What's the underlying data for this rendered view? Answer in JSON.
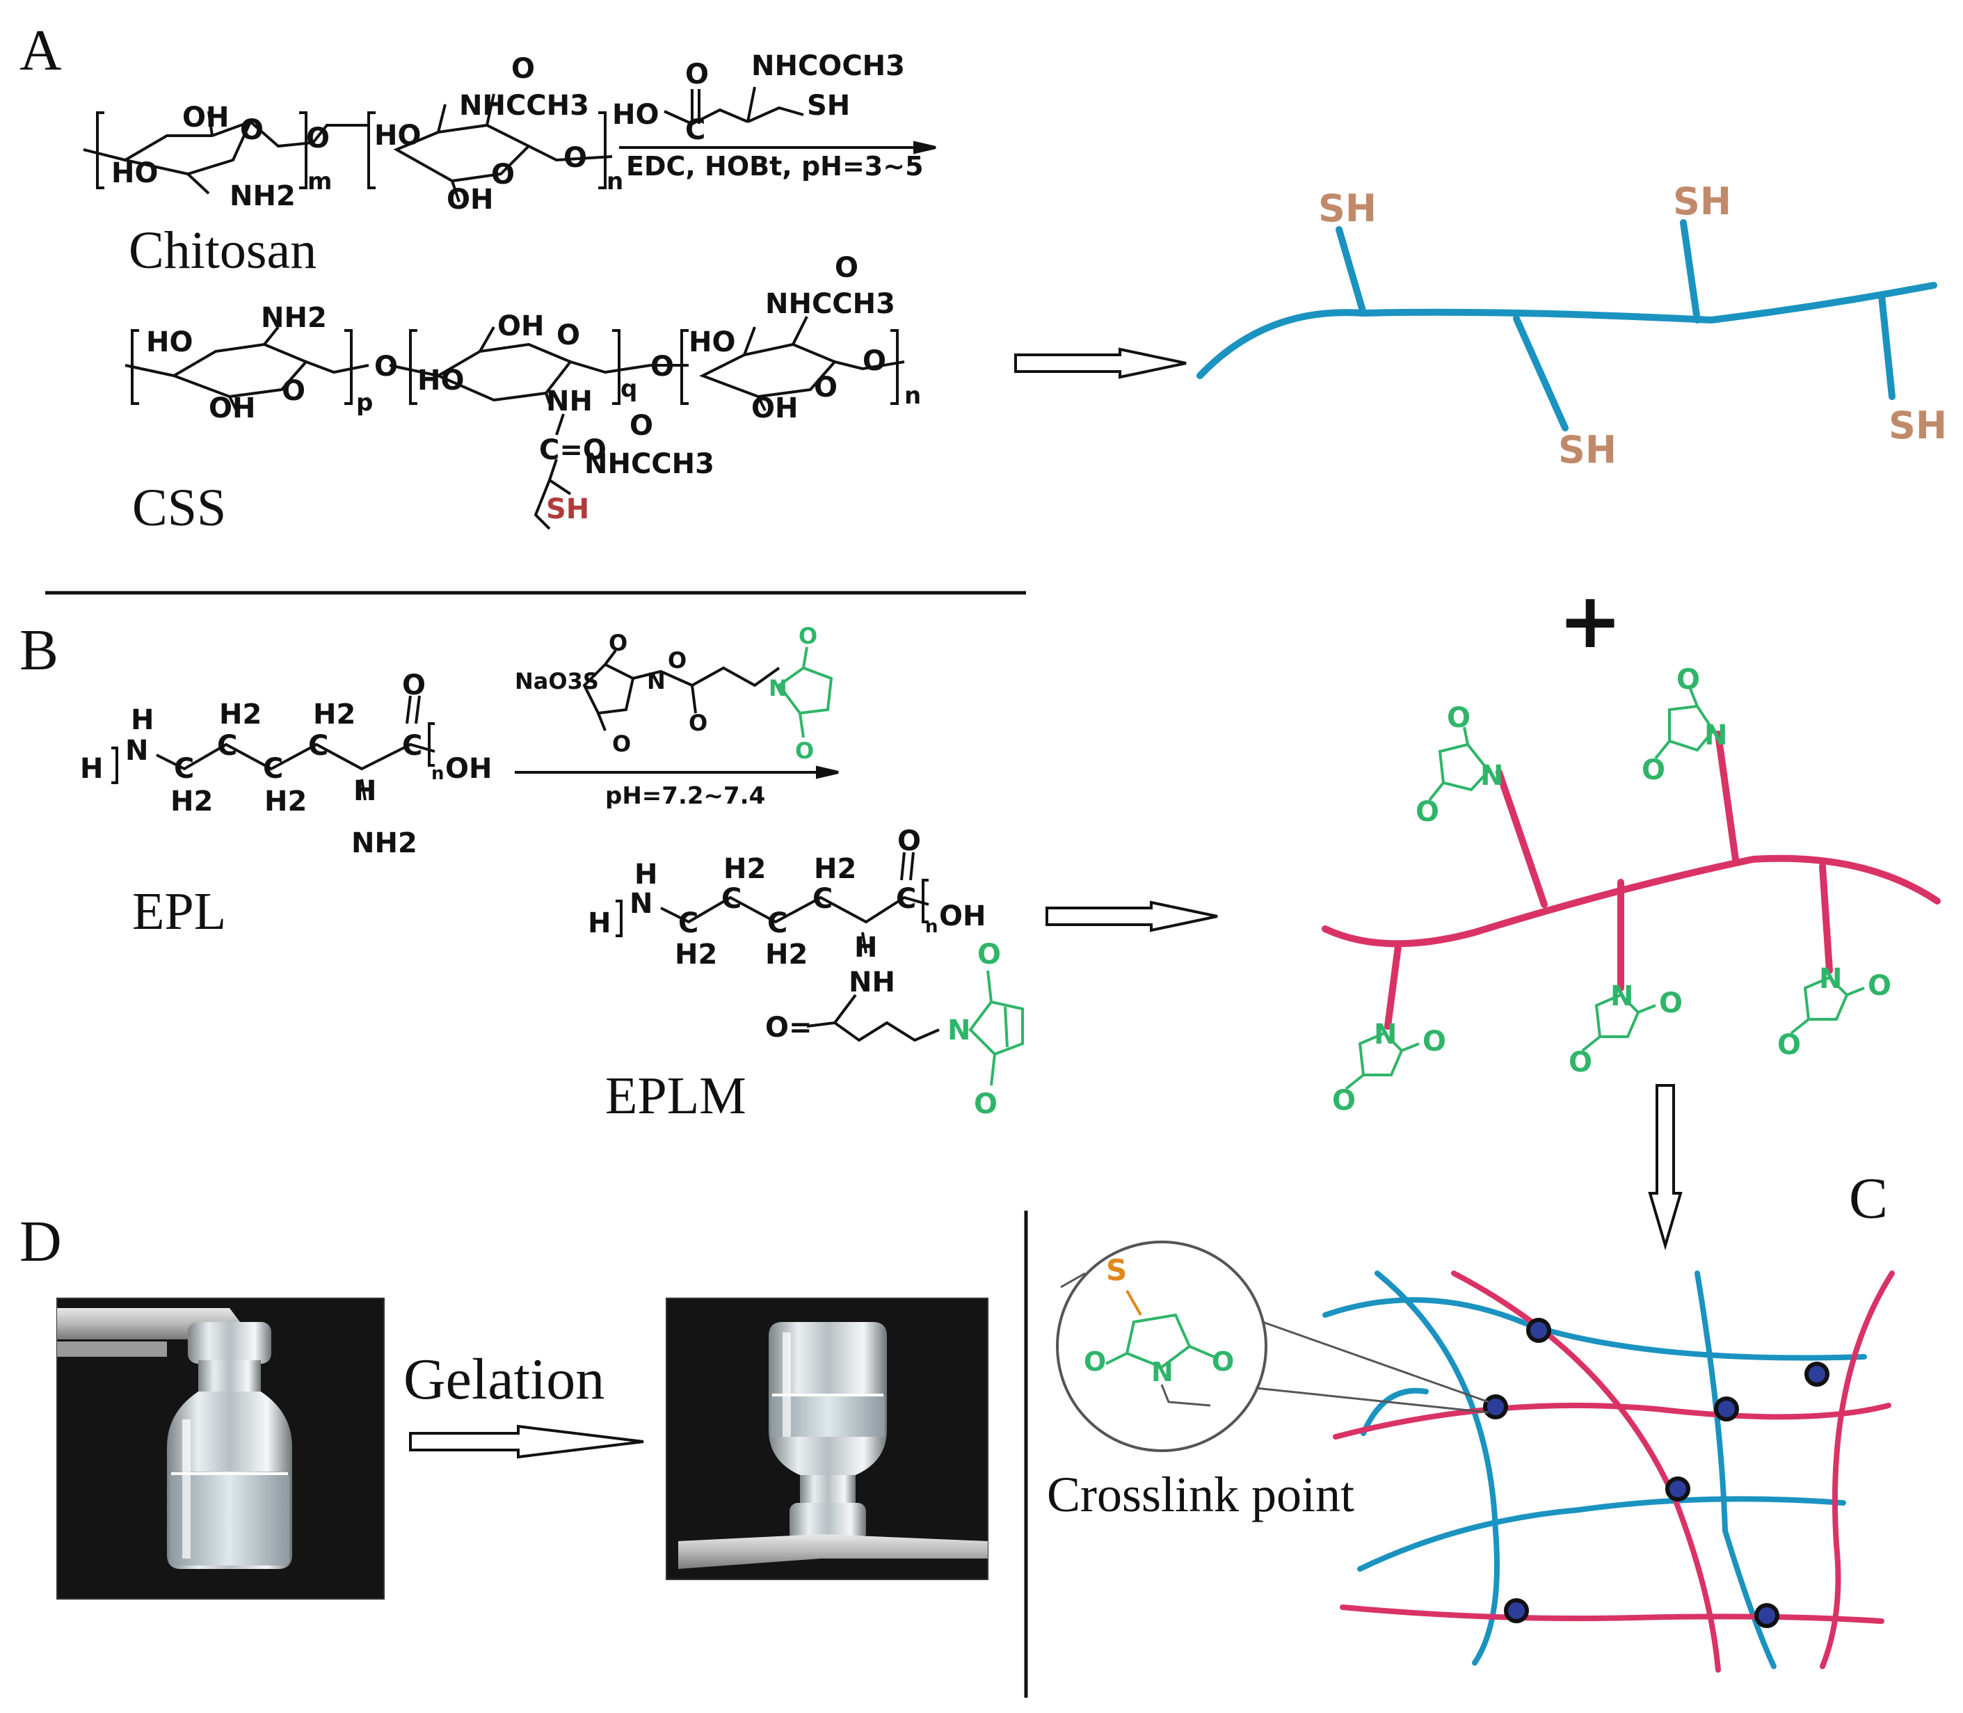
{
  "panels": {
    "a": "A",
    "b": "B",
    "c": "C",
    "d": "D"
  },
  "panel_a": {
    "chitosan_label": "Chitosan",
    "css_label": "CSS",
    "reagent": {
      "ho": "HO",
      "o": "O",
      "c": "C",
      "nhcoch3": "NHCOCH3",
      "sh": "SH"
    },
    "conditions": "EDC, HOBt, pH=3~5",
    "chitosan_groups": {
      "oh1": "OH",
      "o1": "O",
      "ho1": "HO",
      "nh2": "NH2",
      "m": "m",
      "o_link": "O",
      "ho2": "HO",
      "nhcch3": "NHCCH3",
      "o_top": "O",
      "oh2": "OH",
      "o2": "O",
      "o3": "O",
      "n": "n"
    },
    "css_groups": {
      "ho1": "HO",
      "nh2": "NH2",
      "oh1": "OH",
      "o1": "O",
      "p": "p",
      "o_link1": "O",
      "oh2": "OH",
      "o2": "O",
      "ho2": "HO",
      "nh": "NH",
      "q": "q",
      "o_link2": "O",
      "ho3": "HO",
      "nhcch3": "NHCCH3",
      "o_top": "O",
      "oh3": "OH",
      "o3": "O",
      "o4": "O",
      "n": "n",
      "co": "C=O",
      "o_side": "O",
      "nhcch3_side": "NHCCH3",
      "sh": "SH"
    },
    "chain_sh": [
      "SH",
      "SH",
      "SH",
      "SH"
    ]
  },
  "panel_b": {
    "epl_label": "EPL",
    "eplm_label": "EPLM",
    "conditions": "pH=7.2~7.4",
    "reagent": {
      "naso3s": "NaO3S",
      "o1": "O",
      "n": "N",
      "o2": "O",
      "o3": "O",
      "o4": "O",
      "o5": "O",
      "o6": "O",
      "n2": "N"
    },
    "epl_groups": {
      "h": "H",
      "hn": "H",
      "n": "N",
      "h2a": "H2",
      "h2b": "H2",
      "h2c": "H2",
      "h2d": "H2",
      "c1": "C",
      "c2": "C",
      "c3": "C",
      "c4": "C",
      "c5": "C",
      "o": "O",
      "oh": "OH",
      "nsub": "n",
      "h_am": "H",
      "nh2": "NH2"
    },
    "eplm_groups": {
      "h": "H",
      "hn": "H",
      "n": "N",
      "h2a": "H2",
      "h2b": "H2",
      "h2c": "H2",
      "h2d": "H2",
      "c1": "C",
      "c2": "C",
      "c3": "C",
      "c4": "C",
      "c5": "C",
      "o": "O",
      "oh": "OH",
      "nsub": "n",
      "h_am": "H",
      "nh": "NH",
      "o_amide": "O=",
      "n_mal": "N",
      "o_mal1": "O",
      "o_mal2": "O"
    },
    "plus": "+",
    "chain_n": [
      "N",
      "N",
      "N",
      "N",
      "N"
    ],
    "chain_o": [
      "O",
      "O",
      "O",
      "O",
      "O",
      "O",
      "O",
      "O",
      "O",
      "O"
    ]
  },
  "panel_c": {
    "crosslink_label": "Crosslink point",
    "inset": {
      "s": "S",
      "o1": "O",
      "n": "N",
      "o2": "O"
    }
  },
  "panel_d": {
    "gelation_label": "Gelation"
  },
  "colors": {
    "ink": "#111111",
    "thiol_chain": "#1b93c0",
    "sh_label": "#c08a6a",
    "sh_css": "#b33a3a",
    "epl_chain": "#d93366",
    "maleimide": "#2fb569",
    "sulfur": "#e0881c"
  }
}
